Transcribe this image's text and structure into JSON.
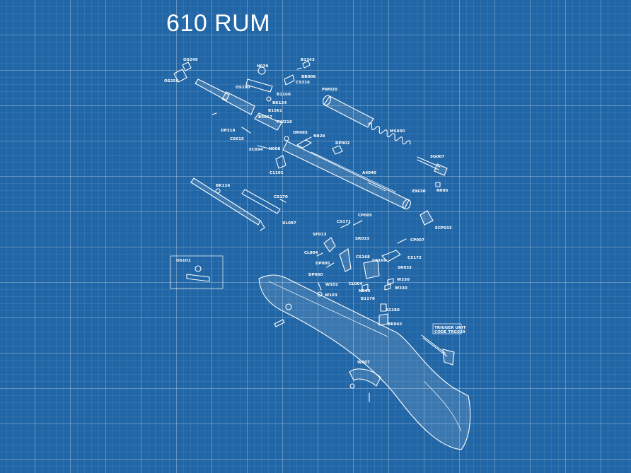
{
  "title": "610 RUM",
  "callouts": {
    "OS249": "OS249",
    "OS256": "OS256",
    "N039": "N039",
    "B1343": "B1343",
    "BB008": "BB008",
    "CS316": "CS316",
    "OS100": "OS100",
    "B1160": "B1160",
    "BK124": "BK124",
    "B1561": "B1561",
    "B5017": "B5017",
    "PW020": "PW020",
    "PW216": "PW216",
    "DP318": "DP318",
    "CS615": "CS615",
    "OR085": "OR085",
    "N028": "N028",
    "DP002": "DP002",
    "EC094": "EC094",
    "N008": "N008",
    "MS030": "MS030",
    "SG007": "SG007",
    "C1101": "C1101",
    "A4040": "A4040",
    "N005": "N005",
    "BK126": "BK126",
    "CS170": "CS170",
    "Z9630": "Z9630",
    "ECP033": "ECP033",
    "UL087": "UL087",
    "CP005": "CP005",
    "CS171": "CS171",
    "SF013": "SF013",
    "SR033": "SR033",
    "CP007": "CP007",
    "CL004a": "CL004",
    "DP005": "DP005",
    "CS168": "CS168",
    "CS169": "CS169",
    "CS172": "CS172",
    "SR032": "SR032",
    "OS101": "OS101",
    "DP060": "DP060",
    "CL004b": "CL004",
    "W102": "W102",
    "W330a": "W330",
    "W330b": "W330",
    "N040": "N040",
    "W103": "W103",
    "B1178": "B1178",
    "B1280": "B1280",
    "BK042": "BK042",
    "W207": "W207"
  },
  "trigger_note": {
    "line1": "TRIGGER UNIT",
    "line2": "CODE TRG020"
  }
}
